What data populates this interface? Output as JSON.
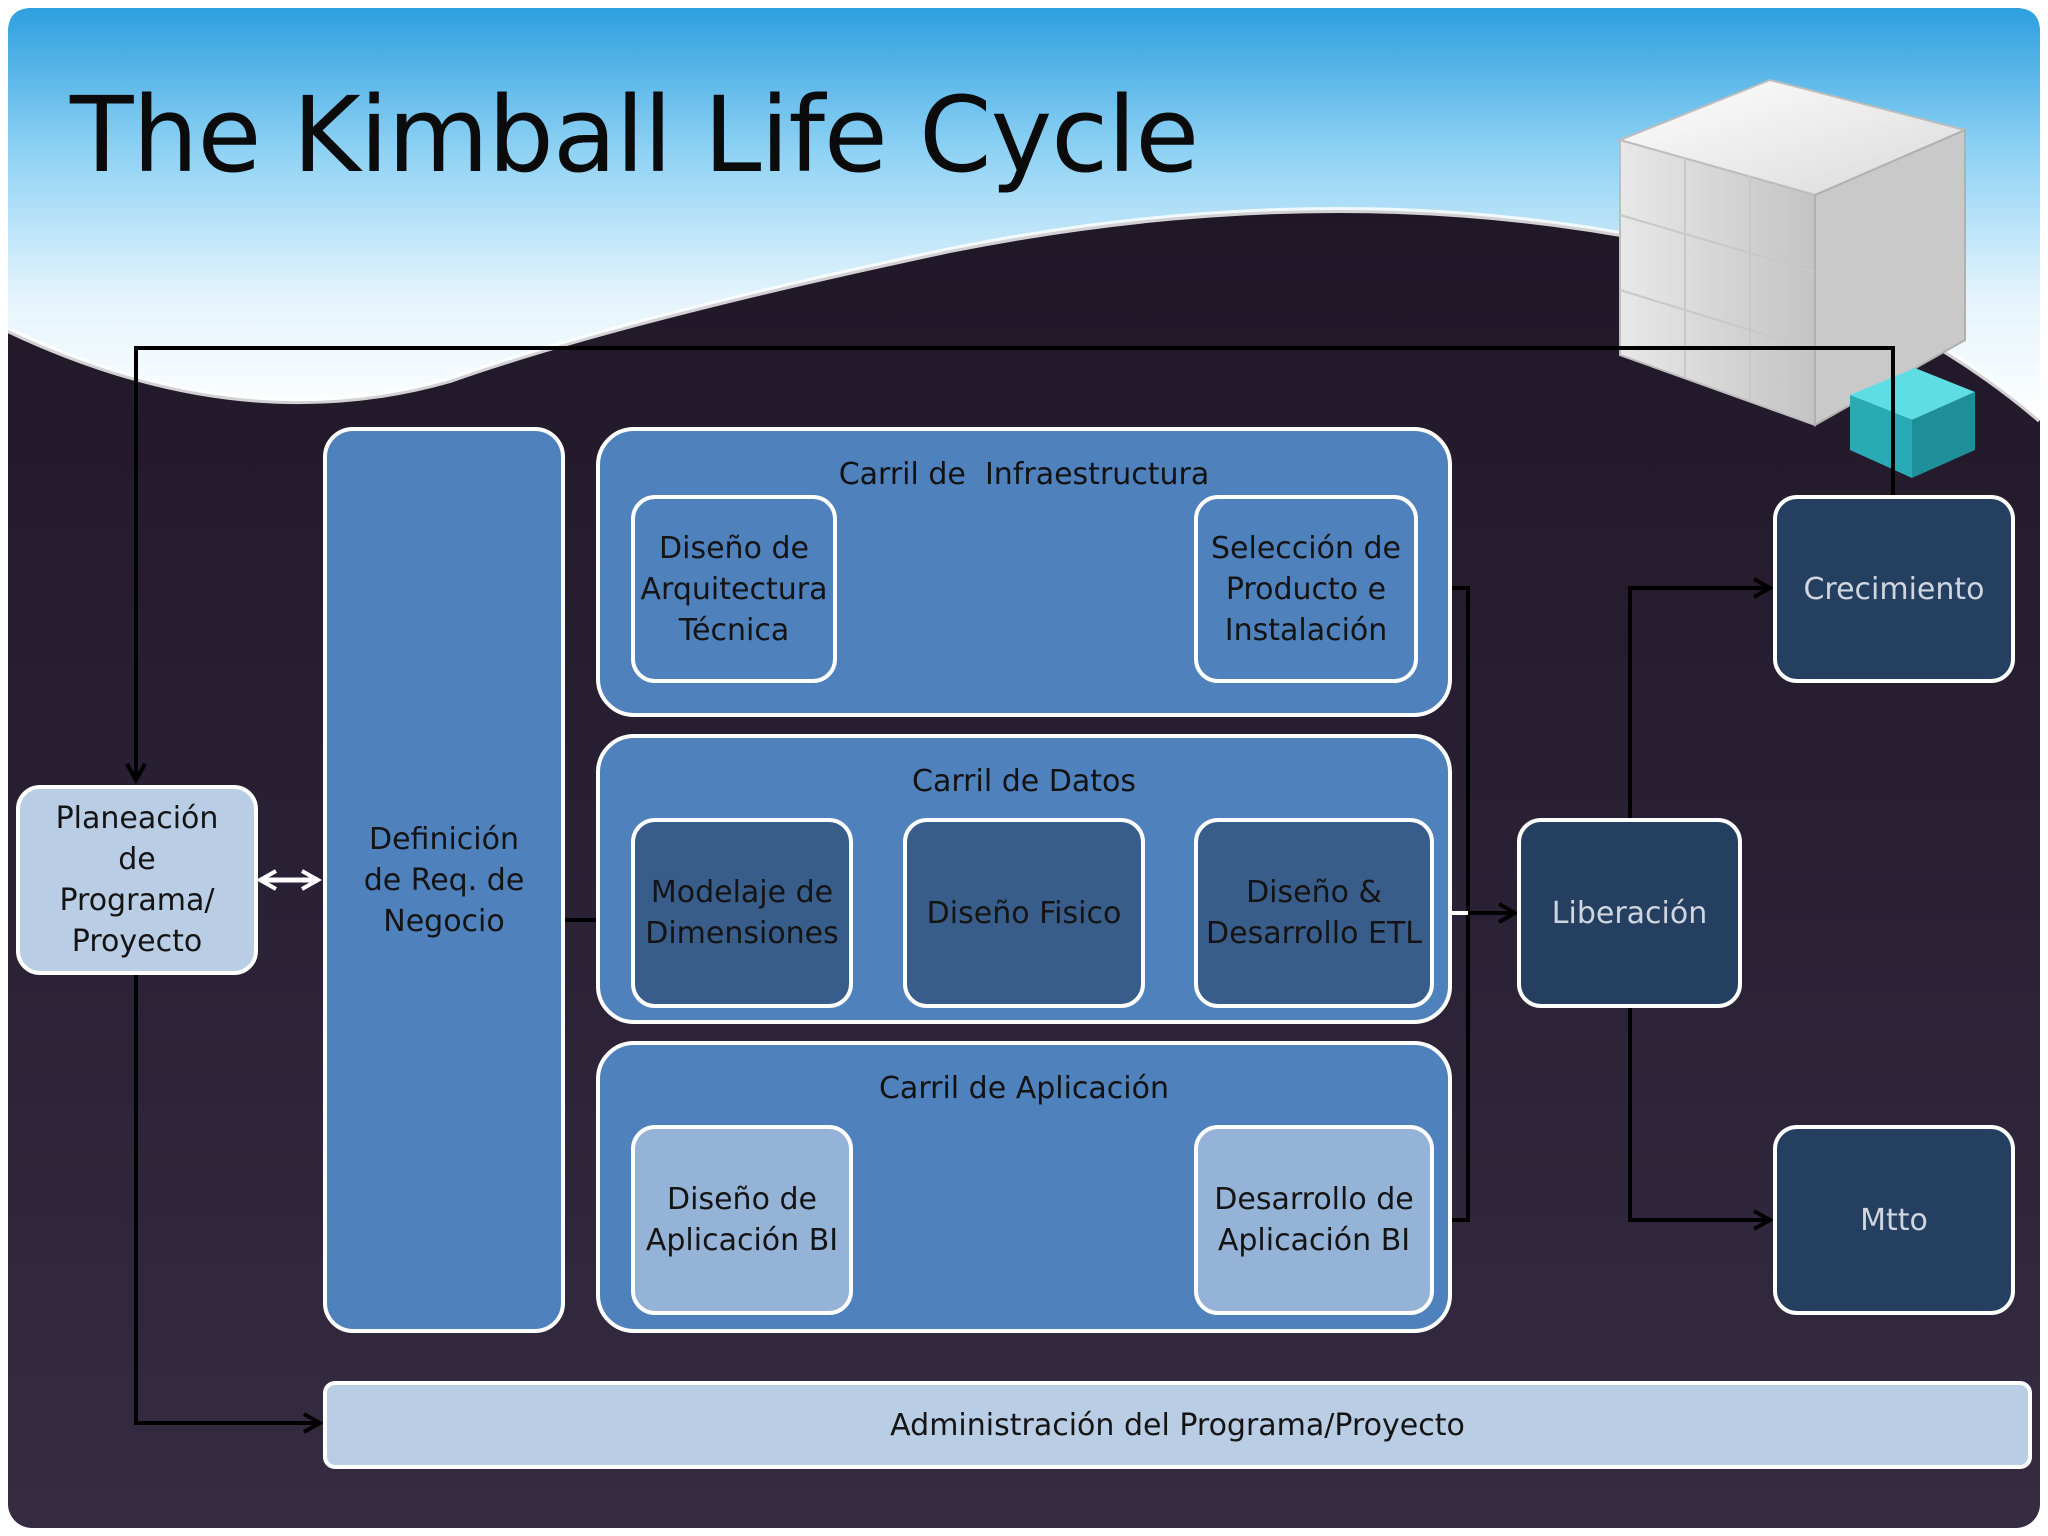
{
  "slide": {
    "title": "The Kimball Life Cycle"
  },
  "diagram": {
    "planeacion": "Planeación\nde\nPrograma/\nProyecto",
    "definicion": "Definición\nde Req. de\nNegocio",
    "lanes": {
      "infraestructura": {
        "title": "Carril de  Infraestructura",
        "box1": "Diseño de\nArquitectura\nTécnica",
        "box2": "Selección de\nProducto e\nInstalación"
      },
      "datos": {
        "title": "Carril de Datos",
        "box1": "Modelaje de\nDimensiones",
        "box2": "Diseño Fisico",
        "box3": "Diseño &\nDesarrollo ETL"
      },
      "aplicacion": {
        "title": "Carril de Aplicación",
        "box1": "Diseño de\nAplicación BI",
        "box2": "Desarrollo de\nAplicación BI"
      }
    },
    "liberacion": "Liberación",
    "crecimiento": "Crecimiento",
    "mtto": "Mtto",
    "administracion": "Administración del Programa/Proyecto"
  },
  "colors": {
    "background_dark": "#271d30",
    "lane_fill": "#4f81bd",
    "box_dark": "#243f60",
    "box_light": "#b9cde5",
    "cube_accent": "#3cc5cf"
  }
}
